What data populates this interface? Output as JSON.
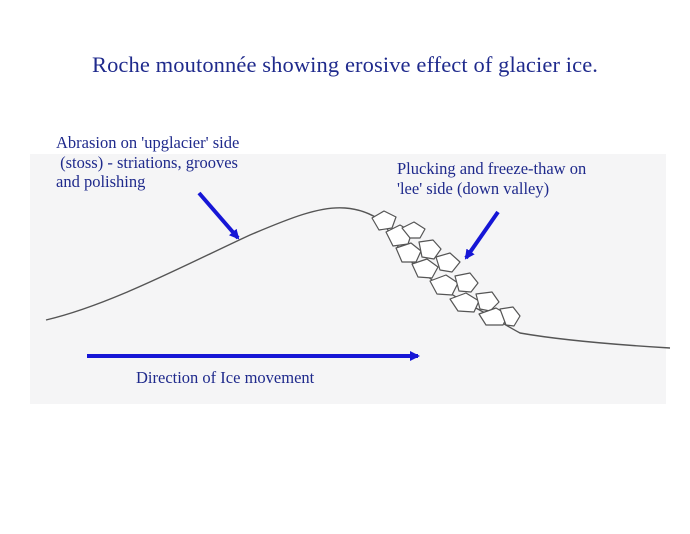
{
  "title": "Roche moutonnée showing erosive effect of glacier ice.",
  "labels": {
    "abrasion": [
      "Abrasion on 'upglacier' side",
      " (stoss) - striations, grooves",
      "and polishing"
    ],
    "plucking": [
      "Plucking and freeze-thaw on",
      "'lee' side (down valley)"
    ],
    "direction": "Direction of Ice movement"
  },
  "colors": {
    "text": "#1f2a8c",
    "arrow": "#1616d6",
    "outline": "#555555",
    "panel": "#f5f5f6"
  }
}
